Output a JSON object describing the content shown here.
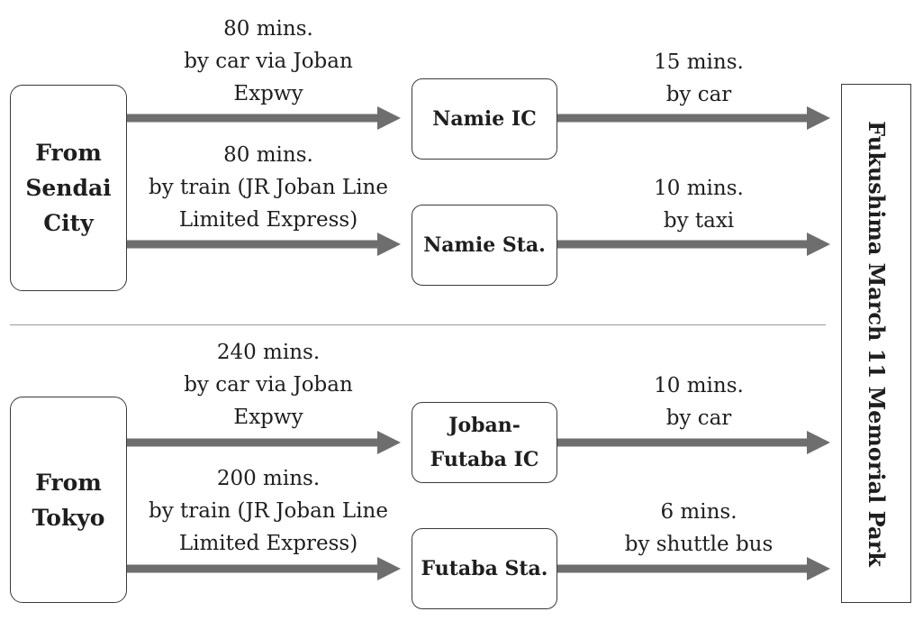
{
  "origins": [
    {
      "label": "From Sendai City"
    },
    {
      "label": "From Tokyo"
    }
  ],
  "hubs": [
    {
      "label": "Namie IC"
    },
    {
      "label": "Namie Sta."
    },
    {
      "label": "Joban-Futaba IC"
    },
    {
      "label": "Futaba Sta."
    }
  ],
  "destination": {
    "label": "Fukushima March 11 Memorial Park"
  },
  "routes": [
    {
      "time": "80 mins.",
      "mode": "by car via Joban Expwy",
      "mode_lines": [
        "by car via Joban",
        "Expwy"
      ]
    },
    {
      "time": "80 mins.",
      "mode": "by train (JR Joban Line Limited Express)",
      "mode_lines": [
        "by train (JR Joban Line",
        "Limited Express)"
      ]
    },
    {
      "time": "240 mins.",
      "mode": "by car via Joban Expwy",
      "mode_lines": [
        "by car via Joban",
        "Expwy"
      ]
    },
    {
      "time": "200 mins.",
      "mode": "by train (JR Joban Line Limited Express)",
      "mode_lines": [
        "by train (JR Joban Line",
        "Limited Express)"
      ]
    }
  ],
  "final_legs": [
    {
      "time": "15 mins.",
      "mode": "by car"
    },
    {
      "time": "10 mins.",
      "mode": "by taxi"
    },
    {
      "time": "10 mins.",
      "mode": "by car"
    },
    {
      "time": "6 mins.",
      "mode": "by shuttle bus"
    }
  ],
  "colors": {
    "arrow": "#6e6e6e",
    "border": "#3a3a3a",
    "divider": "#9a9a9a"
  }
}
